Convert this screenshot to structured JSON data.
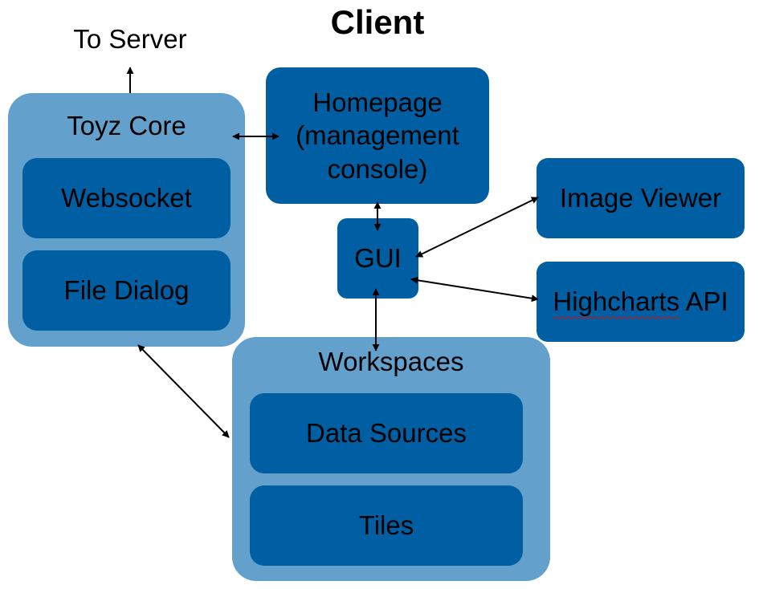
{
  "title": "Client",
  "to_server": "To Server",
  "toyz_core": {
    "title": "Toyz Core",
    "websocket": "Websocket",
    "file_dialog": "File Dialog"
  },
  "homepage": {
    "line1": "Homepage",
    "line2": "(management",
    "line3": "console)"
  },
  "gui": "GUI",
  "image_viewer": "Image Viewer",
  "highcharts": {
    "misspelled": "Highcharts",
    "rest": " API"
  },
  "workspaces": {
    "title": "Workspaces",
    "data_sources": "Data Sources",
    "tiles": "Tiles"
  },
  "colors": {
    "container": "#64a0cc",
    "box": "#005ea3",
    "arrow": "#000000",
    "spellcheck_underline": "#d01010"
  }
}
